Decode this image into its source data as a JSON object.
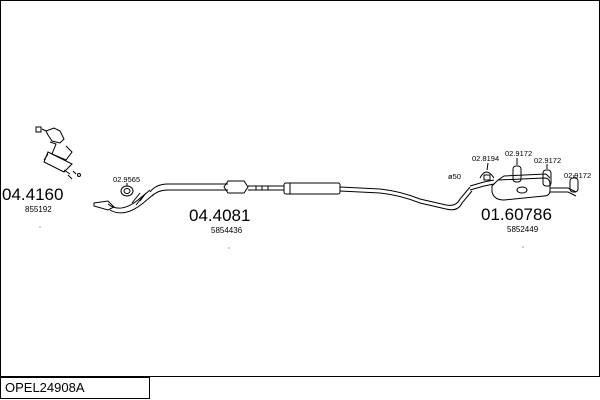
{
  "sheet": {
    "code": "OPEL24908A"
  },
  "parts": [
    {
      "number": "04.4160",
      "oem": "855192"
    },
    {
      "number": "04.4081",
      "oem": "5854436"
    },
    {
      "number": "01.60786",
      "oem": "5852449"
    }
  ],
  "fittings": [
    {
      "code": "02.9565"
    },
    {
      "code": "02.8194"
    },
    {
      "code": "02.9172"
    },
    {
      "code": "02.9172"
    },
    {
      "code": "02.9172"
    }
  ],
  "diameter": {
    "label": "ø50"
  }
}
